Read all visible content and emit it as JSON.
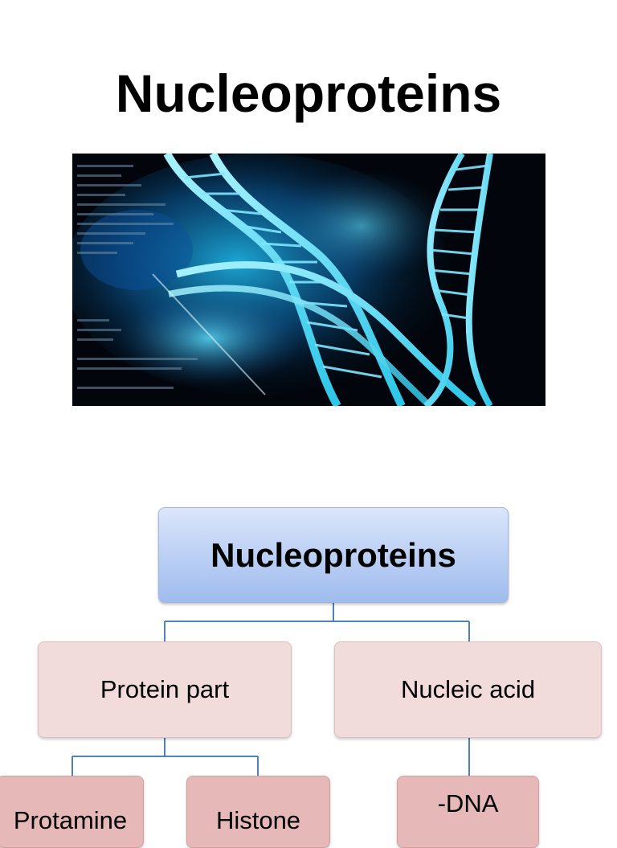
{
  "slide": {
    "title": "Nucleoproteins"
  },
  "image": {
    "icon": "dna-helix-illustration",
    "colors": {
      "background": "#02060c",
      "helix": "#3fd6f0",
      "glow": "#1a9cd8"
    }
  },
  "diagram": {
    "root": {
      "label": "Nucleoproteins"
    },
    "level2": [
      {
        "label": "Protein part"
      },
      {
        "label": "Nucleic acid"
      }
    ],
    "level3": [
      {
        "label": "Protamine"
      },
      {
        "label": "Histone"
      },
      {
        "label": "-DNA"
      }
    ],
    "colors": {
      "root_fill": "#bcd0f4",
      "level2_fill": "#f2dbdb",
      "level3_fill": "#e6b9b8",
      "connector": "#4f81bd"
    }
  }
}
